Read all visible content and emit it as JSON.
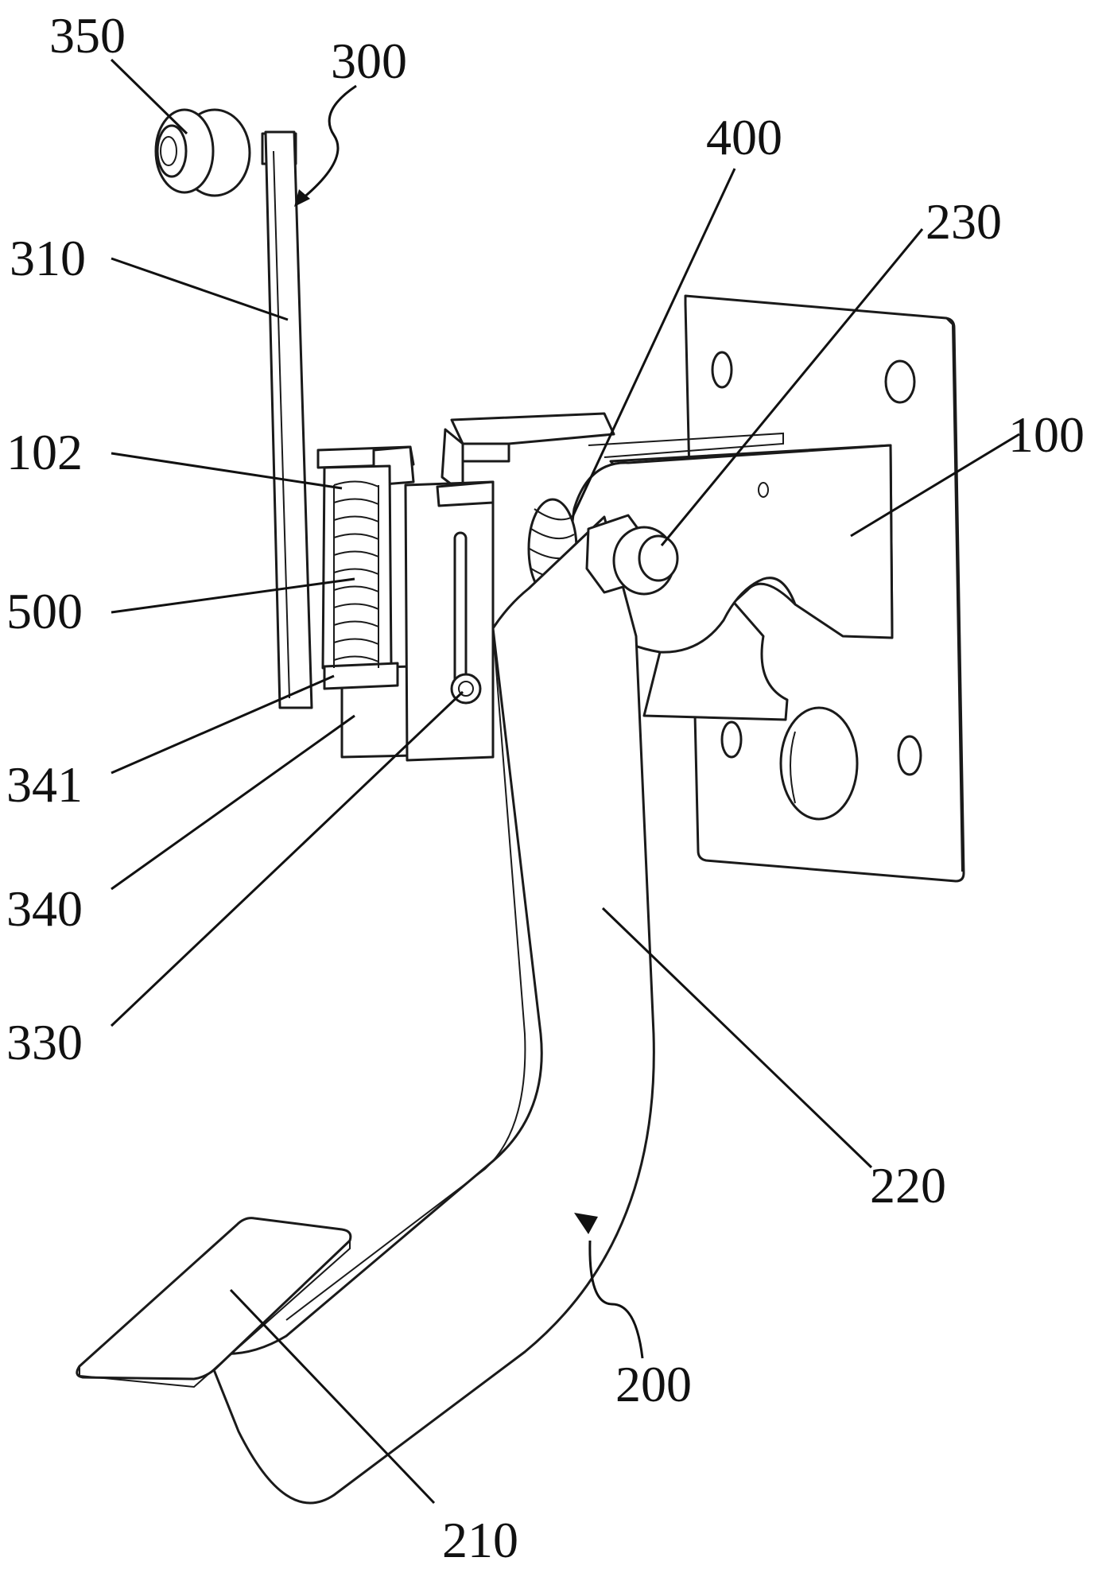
{
  "labels": {
    "l350": "350",
    "l300": "300",
    "l310": "310",
    "l102": "102",
    "l500": "500",
    "l341": "341",
    "l340": "340",
    "l330": "330",
    "l400": "400",
    "l230": "230",
    "l100": "100",
    "l220": "220",
    "l200": "200",
    "l210": "210"
  }
}
